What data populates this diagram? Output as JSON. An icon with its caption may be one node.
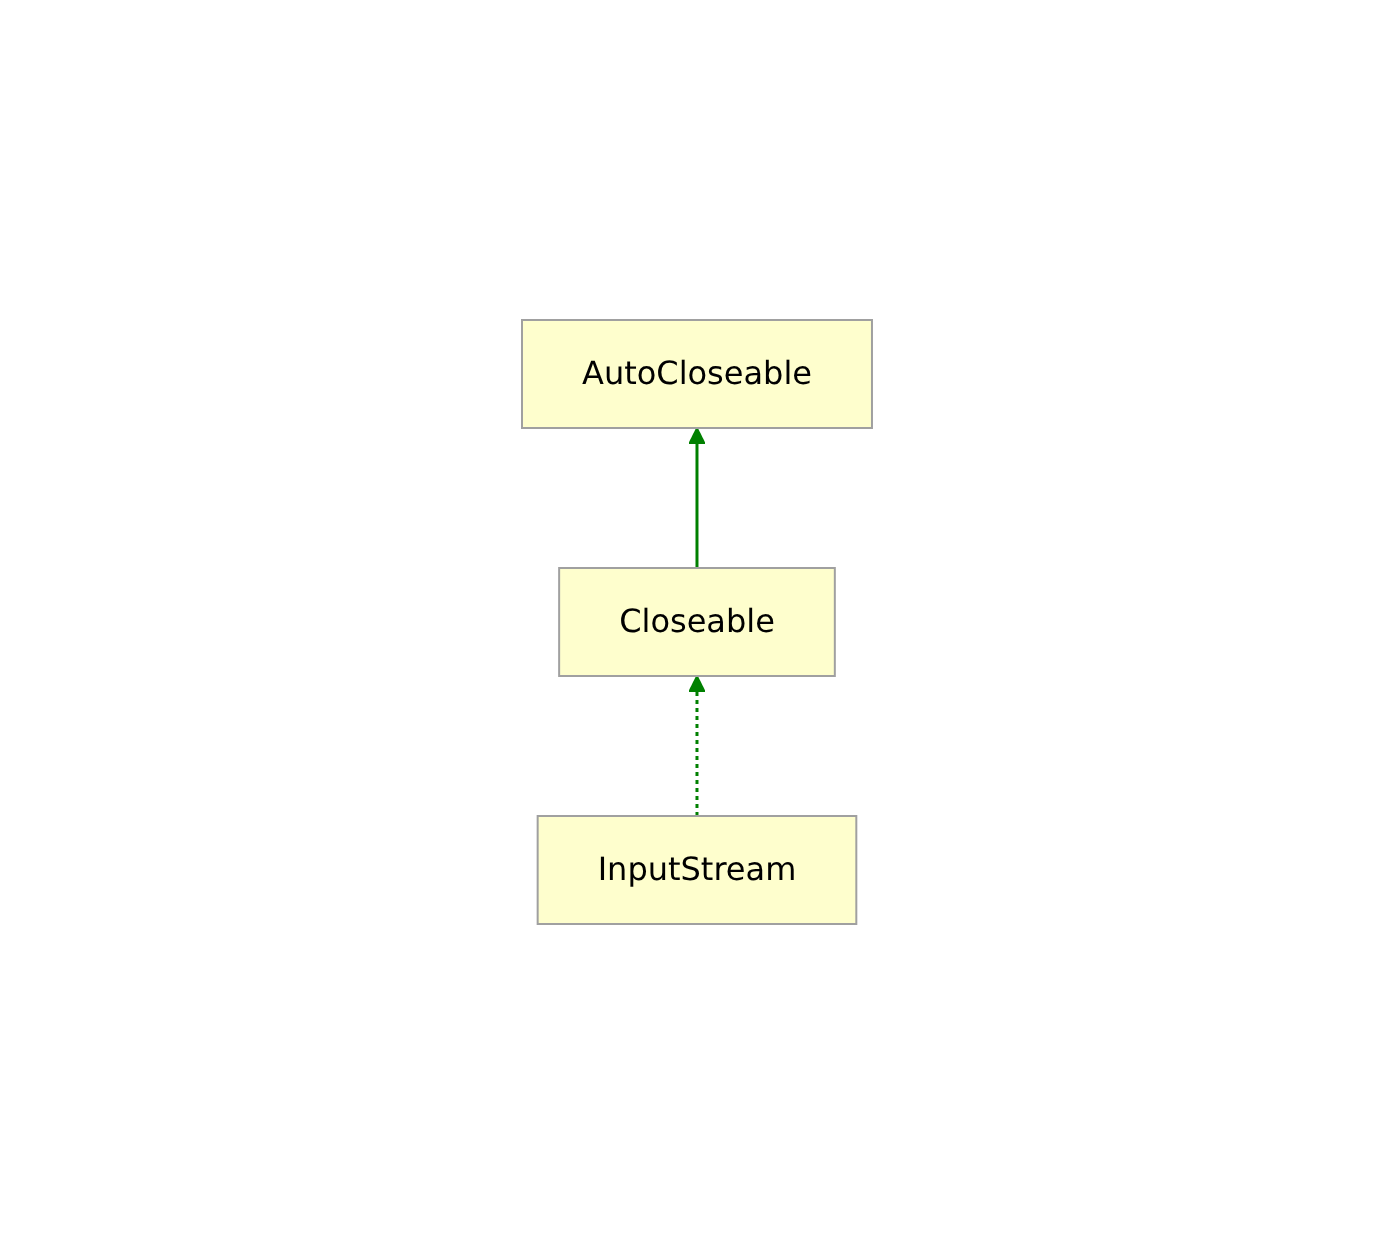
{
  "diagram": {
    "nodes": [
      {
        "text": [
          "AutoCloseable"
        ]
      },
      {
        "text": [
          "Closeable"
        ]
      },
      {
        "text": [
          "InputStream"
        ]
      }
    ],
    "edges": [
      {
        "from": 1,
        "to": 0,
        "arrow": "to",
        "color": "#008000"
      },
      {
        "from": 2,
        "to": 1,
        "arrow": "to",
        "style": "dashed",
        "color": "#008000"
      }
    ]
  }
}
